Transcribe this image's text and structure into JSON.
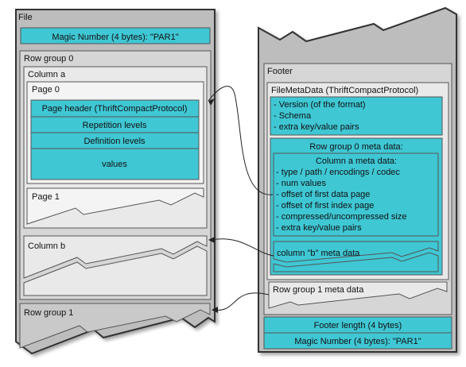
{
  "file": {
    "label": "File",
    "magic_top": "Magic Number (4 bytes): \"PAR1\"",
    "row_group_0": {
      "label": "Row group 0",
      "column_a": {
        "label": "Column a",
        "page_0": {
          "label": "Page 0",
          "page_header": "Page header (ThriftCompactProtocol)",
          "repetition_levels": "Repetition levels",
          "definition_levels": "Definition levels",
          "values": "values"
        },
        "page_1": {
          "label": "Page 1"
        }
      },
      "column_b": {
        "label": "Column b"
      }
    },
    "row_group_1": {
      "label": "Row group 1"
    }
  },
  "footer": {
    "label": "Footer",
    "file_meta_data": {
      "label": "FileMetaData (ThriftCompactProtocol)",
      "items": [
        "- Version (of the format)",
        "- Schema",
        "- extra key/value pairs"
      ]
    },
    "row_group_0_meta": {
      "label": "Row group 0 meta data:",
      "column_a_meta": {
        "label": "Column a meta data:",
        "items": [
          "- type / path / encodings / codec",
          "- num values",
          "- offset of first data page",
          "- offset of first index page",
          "- compressed/uncompressed size",
          "- extra key/value pairs"
        ]
      },
      "column_b_meta": "column \"b\" meta data"
    },
    "row_group_1_meta": "Row group 1 meta data",
    "footer_length": "Footer length (4 bytes)",
    "magic_bottom": "Magic Number (4 bytes): \"PAR1\""
  },
  "colors": {
    "cyan": "#3fc7d4",
    "panel_gray": "#bdbdbd",
    "box_gray": "#d6d6d6",
    "inner_gray": "#e9e9e9"
  }
}
